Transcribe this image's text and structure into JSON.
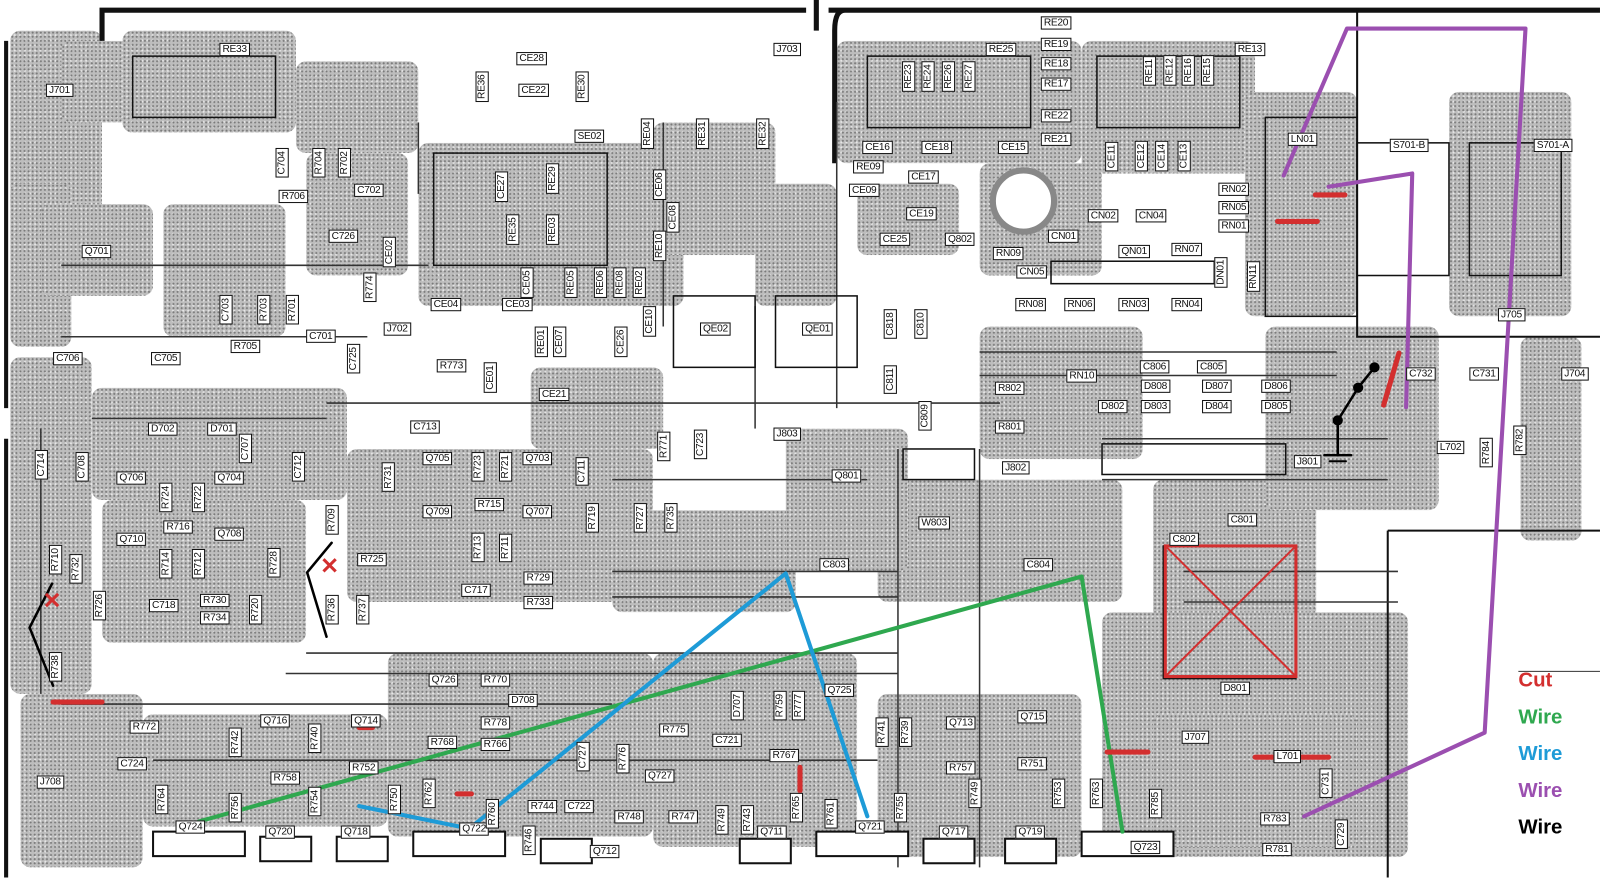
{
  "diagram": {
    "title_hidden": false,
    "components": [
      "RE33",
      "J701",
      "CE28",
      "CE22",
      "RE36",
      "RE30",
      "J703",
      "SE02",
      "RE04",
      "RE31",
      "RE32",
      "RE23",
      "RE24",
      "RE26",
      "RE27",
      "RE25",
      "RE20",
      "RE19",
      "RE18",
      "RE17",
      "RE22",
      "RE21",
      "RE11",
      "RE12",
      "RE16",
      "RE15",
      "RE13",
      "CE16",
      "CE18",
      "CE15",
      "CE11",
      "CE12",
      "CE14",
      "CE13",
      "RE09",
      "CE17",
      "CE09",
      "CE19",
      "LN01",
      "S701-B",
      "S701-A",
      "RN02",
      "RN05",
      "RN01",
      "CN02",
      "CN04",
      "CE25",
      "Q802",
      "CN01",
      "QN01",
      "RN09",
      "RN07",
      "DN01",
      "RN11",
      "CN05",
      "RN08",
      "RN06",
      "RN03",
      "RN04",
      "J705",
      "C704",
      "R704",
      "R702",
      "R706",
      "C702",
      "Q701",
      "CE27",
      "RE29",
      "RE35",
      "RE03",
      "CE06",
      "CE08",
      "RE10",
      "C726",
      "CE02",
      "R774",
      "CE05",
      "RE05",
      "RE06",
      "RE08",
      "RE02",
      "CE04",
      "CE03",
      "J702",
      "R773",
      "RE01",
      "CE07",
      "CE26",
      "CE10",
      "QE02",
      "QE01",
      "C703",
      "R703",
      "R701",
      "R705",
      "C701",
      "C706",
      "C705",
      "C725",
      "CE01",
      "CE21",
      "C818",
      "C810",
      "C811",
      "C809",
      "C806",
      "C805",
      "RN10",
      "R802",
      "R801",
      "D802",
      "D803",
      "D804",
      "D805",
      "D808",
      "D807",
      "D806",
      "C732",
      "C731",
      "J704",
      "L702",
      "R782",
      "R784",
      "J801",
      "J802",
      "Q801",
      "J803",
      "W803",
      "C802",
      "C801",
      "D801",
      "C803",
      "C804",
      "D702",
      "D701",
      "C707",
      "C712",
      "C714",
      "C708",
      "Q706",
      "Q704",
      "R724",
      "R722",
      "R716",
      "Q710",
      "Q708",
      "R714",
      "R712",
      "R728",
      "R730",
      "R734",
      "C718",
      "R720",
      "R726",
      "R732",
      "R710",
      "R738",
      "C713",
      "Q705",
      "R723",
      "R721",
      "Q703",
      "C711",
      "R731",
      "R715",
      "Q709",
      "Q707",
      "R713",
      "R711",
      "R719",
      "R727",
      "R735",
      "R709",
      "R725",
      "R736",
      "R737",
      "C717",
      "R729",
      "R733",
      "R771",
      "C723",
      "R772",
      "C724",
      "J708",
      "Q716",
      "R742",
      "R740",
      "Q714",
      "R752",
      "R758",
      "R754",
      "R756",
      "R764",
      "Q724",
      "Q720",
      "Q718",
      "R750",
      "R762",
      "Q726",
      "R770",
      "D708",
      "R778",
      "R768",
      "R766",
      "Q722",
      "R760",
      "R744",
      "C722",
      "R748",
      "R747",
      "R746",
      "R749",
      "R743",
      "Q712",
      "Q711",
      "R775",
      "C721",
      "R776",
      "C727",
      "Q727",
      "D707",
      "R759",
      "R777",
      "R767",
      "R765",
      "Q725",
      "R761",
      "Q721",
      "R741",
      "R739",
      "R755",
      "Q713",
      "R757",
      "Q715",
      "R751",
      "R753",
      "R749",
      "Q717",
      "Q719",
      "R763",
      "Q723",
      "R785",
      "J707",
      "L701",
      "C731",
      "R783",
      "R781",
      "C729"
    ]
  },
  "legend": [
    {
      "label": "Cut",
      "color": "#d32f2f"
    },
    {
      "label": "Wire",
      "color": "#2fa84f"
    },
    {
      "label": "Wire",
      "color": "#1e9bd7"
    },
    {
      "label": "Wire",
      "color": "#9b4fb0"
    },
    {
      "label": "Wire",
      "color": "#000000"
    }
  ]
}
